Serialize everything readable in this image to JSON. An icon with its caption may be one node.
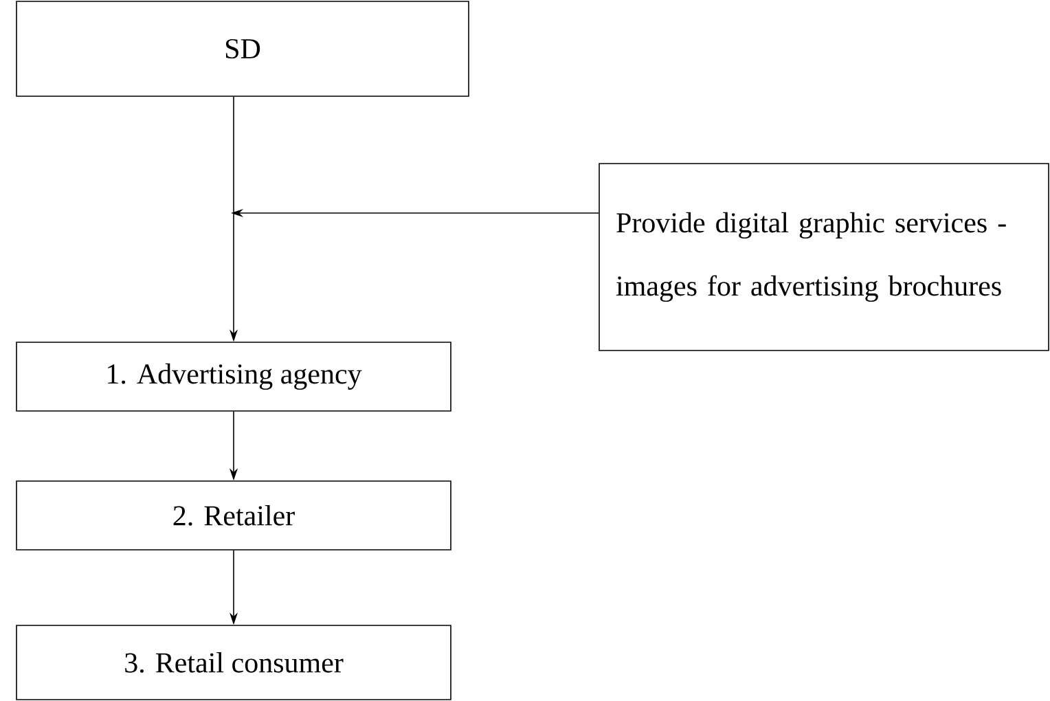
{
  "diagram": {
    "nodes": [
      {
        "text": [
          "SD"
        ]
      },
      {
        "text": [
          "Provide digital graphic services - images for advertising brochures"
        ]
      },
      {
        "text": [
          "1. Advertising agency"
        ]
      },
      {
        "text": [
          "2. Retailer"
        ]
      },
      {
        "text": [
          "3. Retail consumer"
        ]
      }
    ],
    "edges": [
      {
        "from": 0,
        "to": 2,
        "arrow": "to"
      },
      {
        "from": 1,
        "to": null,
        "arrow": "to"
      },
      {
        "from": 2,
        "to": 3,
        "arrow": "to"
      },
      {
        "from": 3,
        "to": 4,
        "arrow": "to"
      }
    ]
  }
}
